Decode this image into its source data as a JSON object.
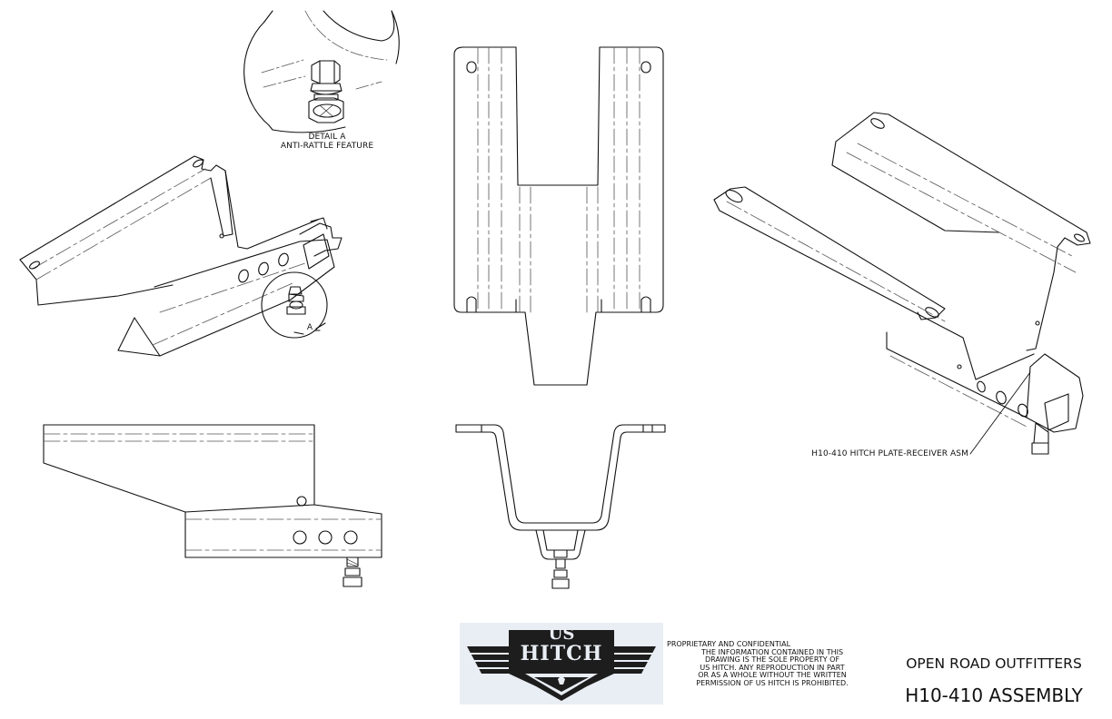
{
  "detail": {
    "line1": "DETAIL A",
    "line2": "ANTI-RATTLE FEATURE",
    "callout_letter": "A"
  },
  "assembly_label": "H10-410 HITCH PLATE-RECEIVER ASM",
  "logo": {
    "line1": "US",
    "line2": "HITCH"
  },
  "legal": {
    "lines": [
      "PROPRIETARY AND CONFIDENTIAL",
      "THE INFORMATION CONTAINED IN THIS",
      "DRAWING IS THE SOLE PROPERTY OF",
      "US HITCH. ANY REPRODUCTION IN PART",
      "OR AS A WHOLE WITHOUT THE WRITTEN",
      "PERMISSION OF US HITCH IS PROHIBITED."
    ]
  },
  "title_block": {
    "customer": "OPEN ROAD OUTFITTERS",
    "title": "H10-410 ASSEMBLY"
  },
  "colors": {
    "line": "#111111",
    "centerline": "#555555",
    "logo_bg": "#e9edf4"
  }
}
